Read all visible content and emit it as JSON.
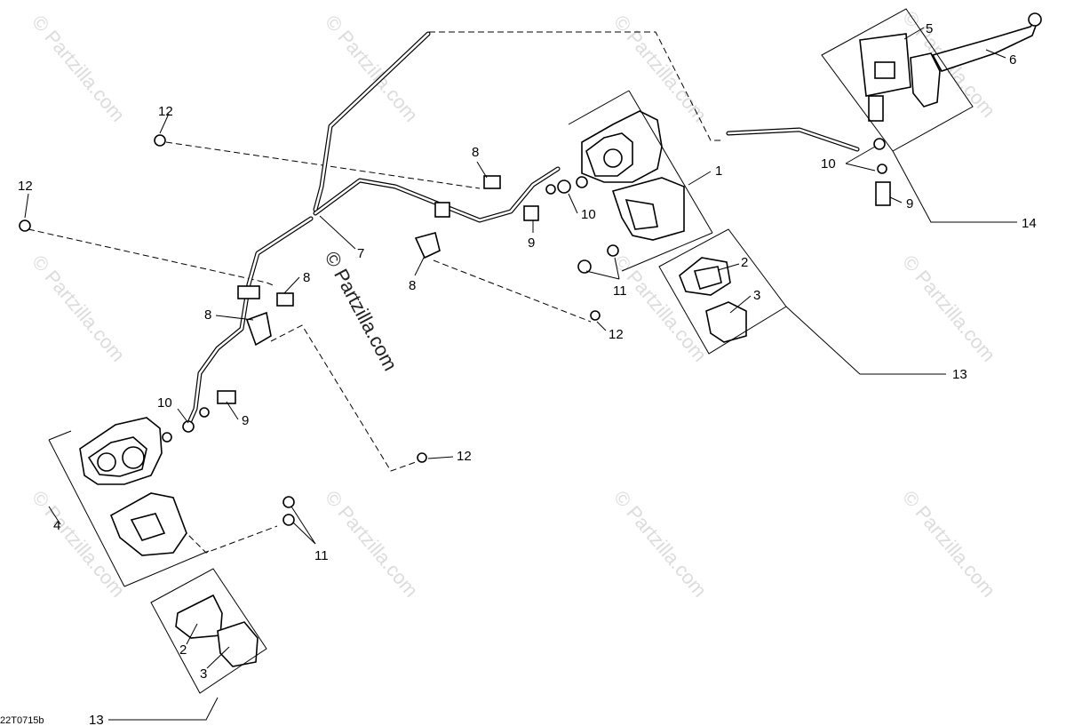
{
  "diagram": {
    "drawing_code": "22T0715b",
    "watermark_text": "© Partzilla.com",
    "callouts": {
      "c1": "1",
      "c2a": "2",
      "c3a": "3",
      "c2b": "2",
      "c3b": "3",
      "c4": "4",
      "c5": "5",
      "c6": "6",
      "c7": "7",
      "c8a": "8",
      "c8b": "8",
      "c8c": "8",
      "c8d": "8",
      "c9a": "9",
      "c9b": "9",
      "c9c": "9",
      "c10a": "10",
      "c10b": "10",
      "c10c": "10",
      "c11a": "11",
      "c11b": "11",
      "c12a": "12",
      "c12b": "12",
      "c12c": "12",
      "c12d": "12",
      "c13a": "13",
      "c13b": "13",
      "c14": "14"
    }
  }
}
